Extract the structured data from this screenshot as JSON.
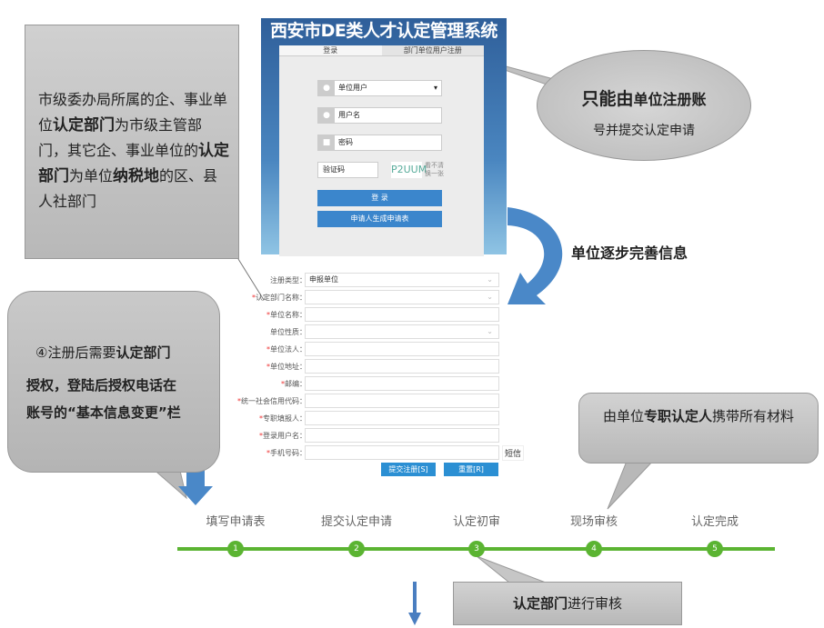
{
  "left_note": {
    "parts": [
      {
        "t": "市级委办局所属的企、事业单位",
        "b": false
      },
      {
        "t": "认定部门",
        "b": true
      },
      {
        "t": "为市级主管部门，其它企、事业单位的",
        "b": false
      },
      {
        "t": "认定部门",
        "b": true
      },
      {
        "t": "为单位",
        "b": false
      },
      {
        "t": "纳税地",
        "b": true
      },
      {
        "t": "的区、县人社部门",
        "b": false
      }
    ]
  },
  "login": {
    "title": "西安市DE类人才认定管理系统",
    "tabs": [
      "登录",
      "部门单位用户注册"
    ],
    "user_type": "单位用户",
    "username_placeholder": "用户名",
    "password_placeholder": "密码",
    "captcha_placeholder": "验证码",
    "captcha_text": "P2UUM",
    "captcha_refresh": "看不清 换一张",
    "login_button": "登  录",
    "apply_button": "申请人生成申请表"
  },
  "oval_note": {
    "line1_bold": "只能由",
    "line1_rest": "单位注册账",
    "line2": "号并提交认定申请"
  },
  "arrow_label": "单位逐步完善信息",
  "form": {
    "fields": [
      {
        "label": "注册类型：",
        "required": false,
        "value": "申报单位",
        "select": true
      },
      {
        "label": "认定部门名称：",
        "required": true,
        "value": "",
        "select": true
      },
      {
        "label": "单位名称：",
        "required": true,
        "value": "",
        "select": false
      },
      {
        "label": "单位性质：",
        "required": false,
        "value": "",
        "select": true
      },
      {
        "label": "单位法人：",
        "required": true,
        "value": "",
        "select": false
      },
      {
        "label": "单位地址：",
        "required": true,
        "value": "",
        "select": false
      },
      {
        "label": "邮编：",
        "required": true,
        "value": "",
        "select": false
      },
      {
        "label": "统一社会信用代码：",
        "required": true,
        "value": "",
        "select": false
      },
      {
        "label": "专职填报人：",
        "required": true,
        "value": "",
        "select": false
      },
      {
        "label": "登录用户名：",
        "required": true,
        "value": "",
        "select": false
      },
      {
        "label": "手机号码：",
        "required": true,
        "value": "",
        "select": false
      }
    ],
    "sms_button": "短信",
    "submit_button": "提交注册[S]",
    "reset_button": "重置[R]"
  },
  "bubble_note": {
    "line1_a": "④注册后需要",
    "line1_b": "认定部门",
    "line2": "授权，登陆后授权电话在",
    "line3": "账号的“基本信息变更”栏"
  },
  "right_note": {
    "a": "由单位",
    "b": "专职认定人",
    "c": "携带所有材料"
  },
  "steps": [
    {
      "n": "1",
      "label": "填写申请表"
    },
    {
      "n": "2",
      "label": "提交认定申请"
    },
    {
      "n": "3",
      "label": "认定初审"
    },
    {
      "n": "4",
      "label": "现场审核"
    },
    {
      "n": "5",
      "label": "认定完成"
    }
  ],
  "bottom_note": {
    "bold": "认定部门",
    "rest": "进行审核"
  },
  "colors": {
    "accent_blue": "#3b86cc",
    "timeline_green": "#5bb432",
    "callout_gray": "#c0c0c0"
  }
}
